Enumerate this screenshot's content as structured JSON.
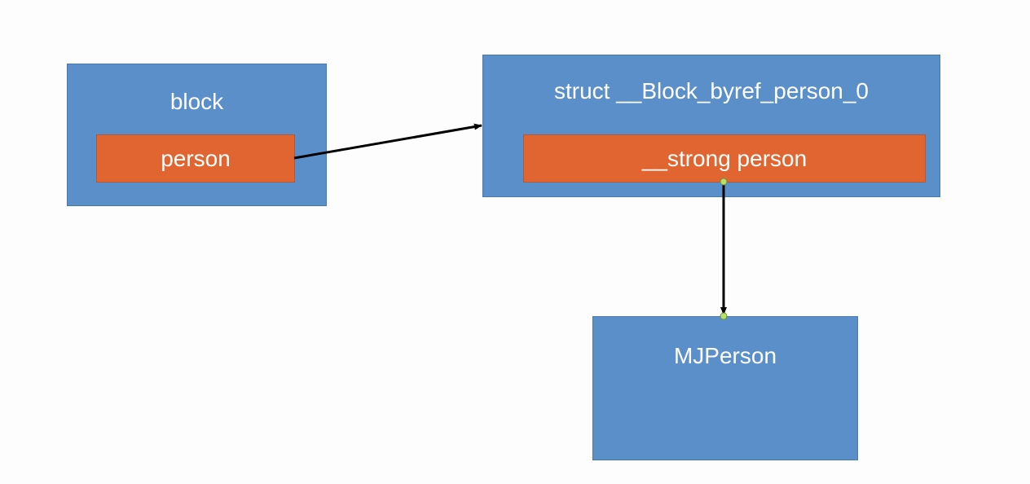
{
  "nodes": {
    "block": {
      "title": "block",
      "field": "person"
    },
    "byref": {
      "title": "struct __Block_byref_person_0",
      "field": "__strong person"
    },
    "mjperson": {
      "title": "MJPerson"
    }
  },
  "edges": [
    {
      "from": "block.person",
      "to": "struct __Block_byref_person_0"
    },
    {
      "from": "__strong person",
      "to": "MJPerson"
    }
  ],
  "colors": {
    "box_fill": "#5a8fc9",
    "field_fill": "#e06530",
    "text": "#ffffff",
    "arrow": "#000000",
    "anchor_dot": "#b5e36a"
  }
}
